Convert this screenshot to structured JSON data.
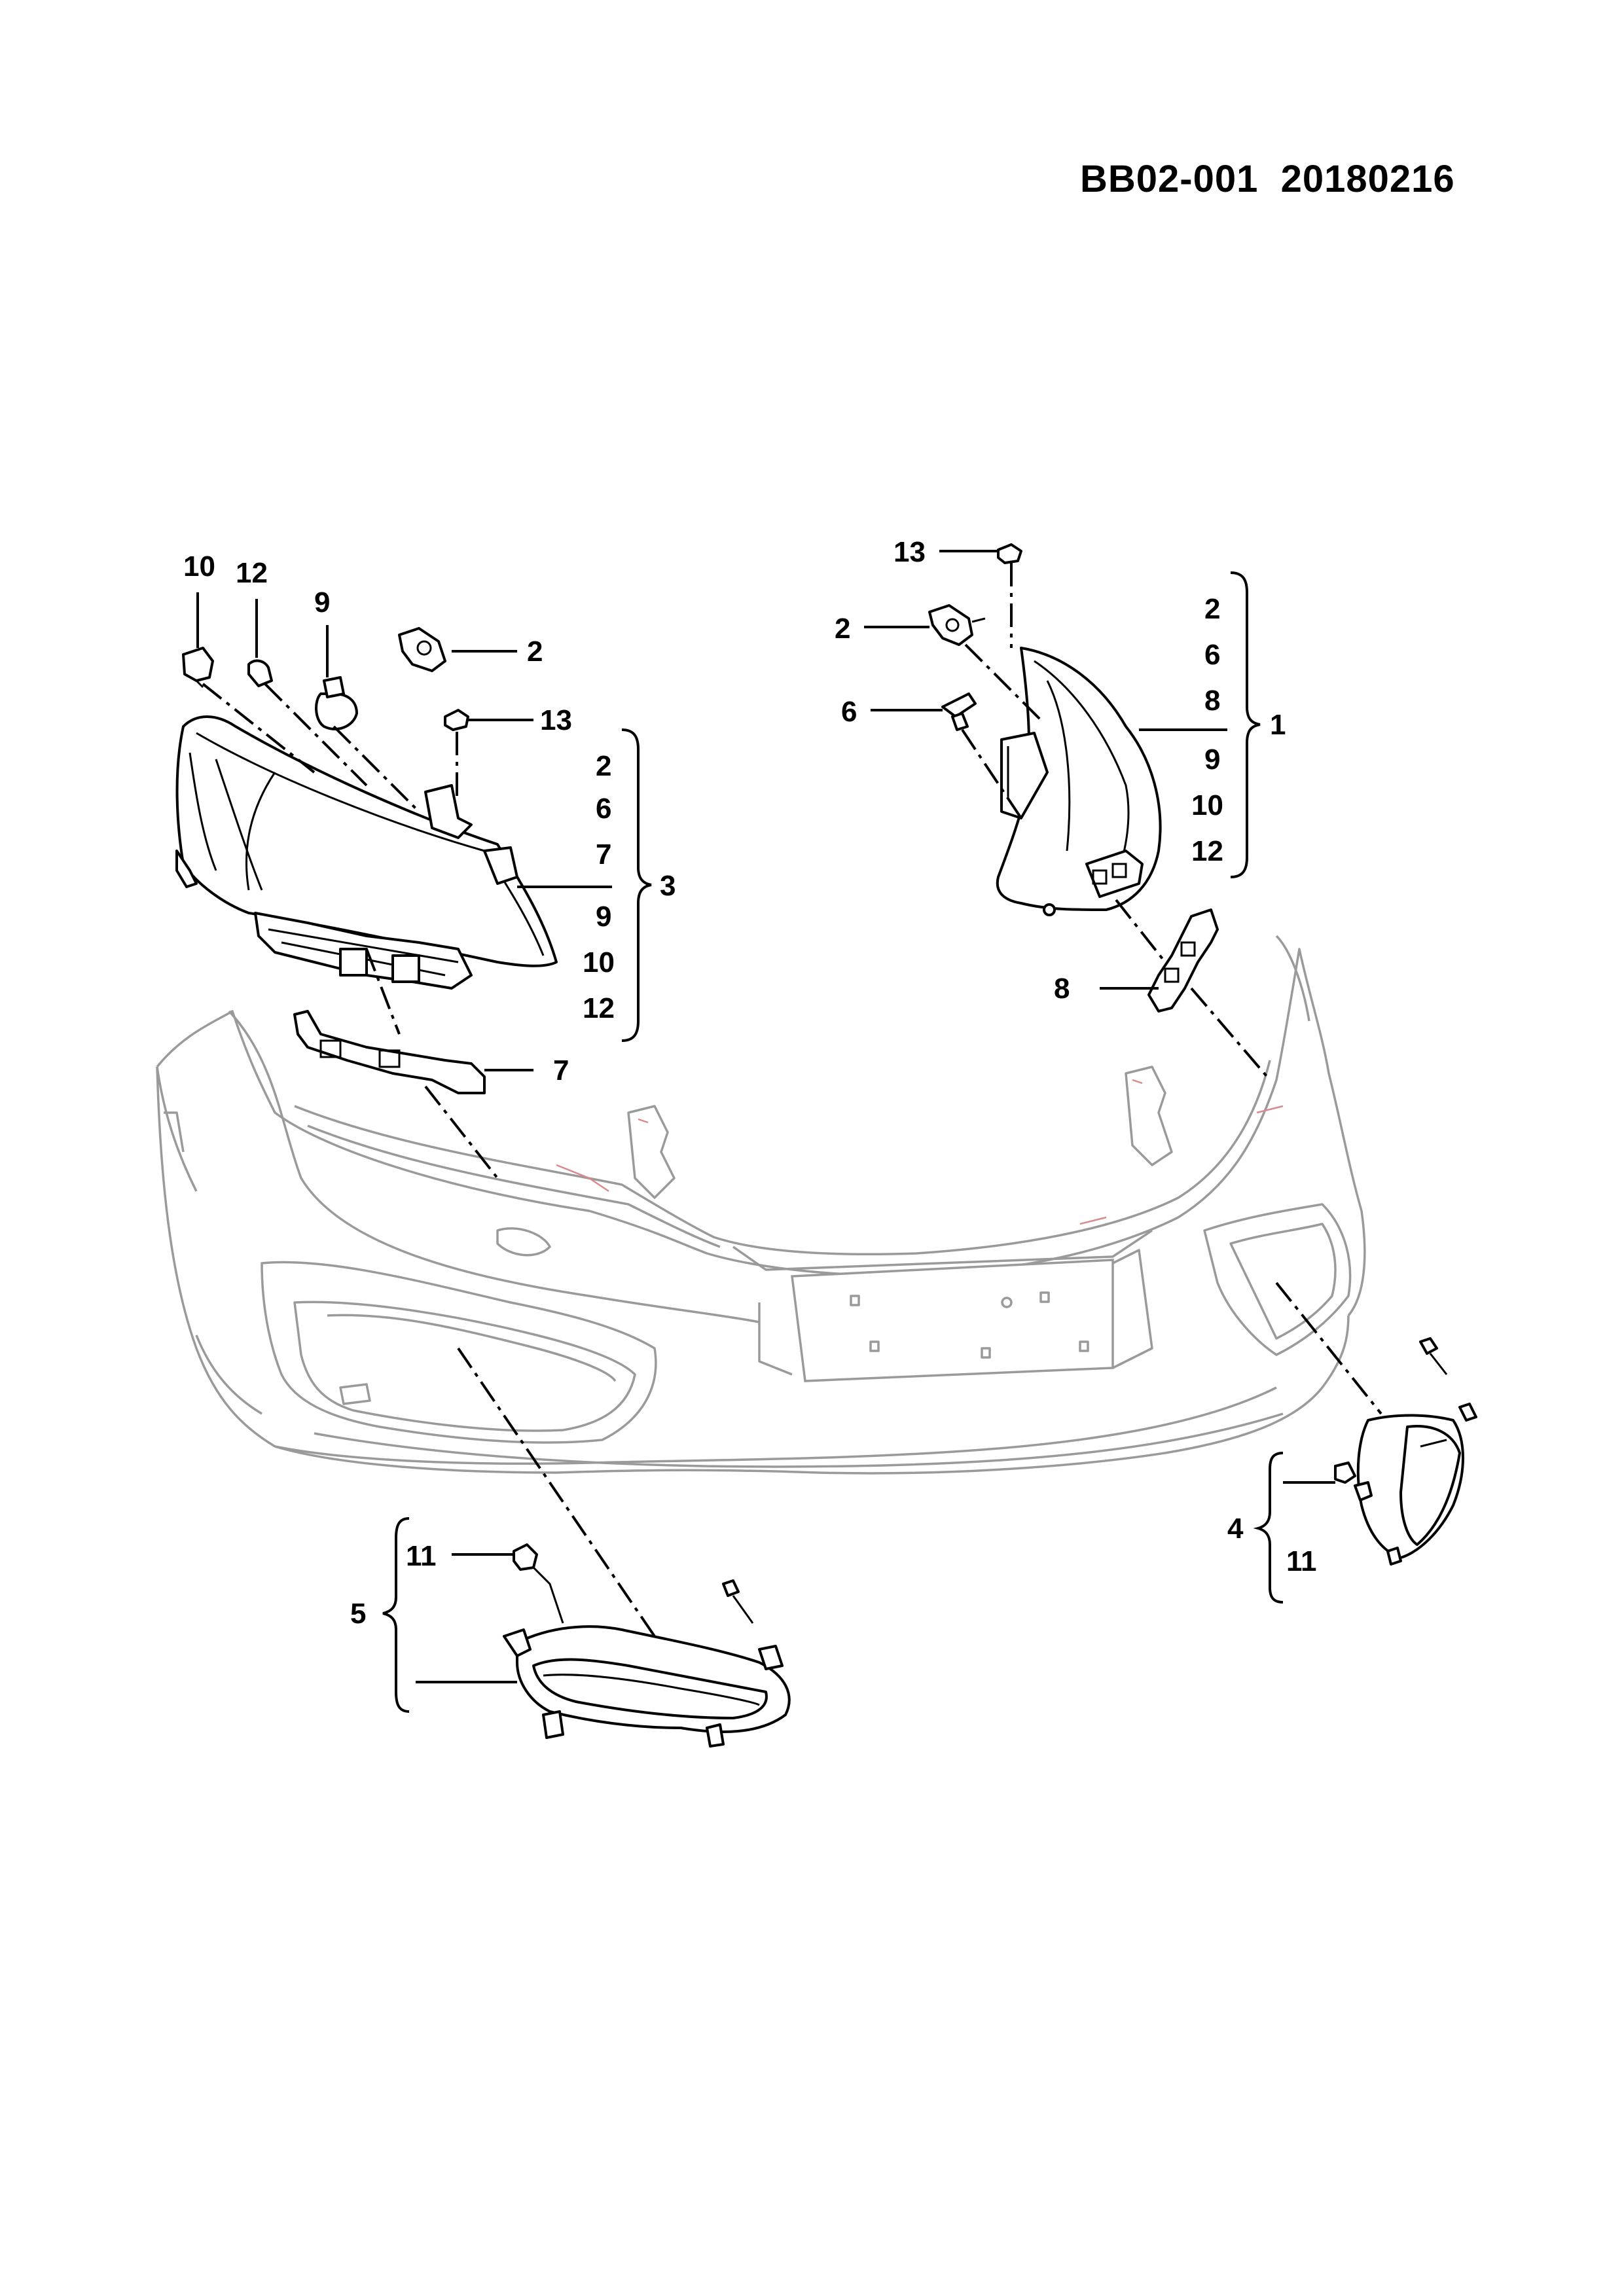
{
  "document": {
    "code": "BB02-001",
    "date": "20180216"
  },
  "callouts": {
    "left_headlamp": {
      "c10": "10",
      "c12": "12",
      "c9": "9",
      "c2": "2",
      "c13": "13",
      "group_items": [
        "2",
        "6",
        "7",
        "9",
        "10",
        "12"
      ],
      "group_label": "3",
      "bracket_label": "7"
    },
    "right_headlamp": {
      "c13": "13",
      "c2": "2",
      "c6": "6",
      "group_items": [
        "2",
        "6",
        "8",
        "9",
        "10",
        "12"
      ],
      "group_label": "1",
      "bracket_label": "8"
    },
    "right_fog_lamp": {
      "group_label": "4",
      "c11": "11"
    },
    "left_fog_lamp": {
      "group_label": "5",
      "c11": "11"
    }
  }
}
